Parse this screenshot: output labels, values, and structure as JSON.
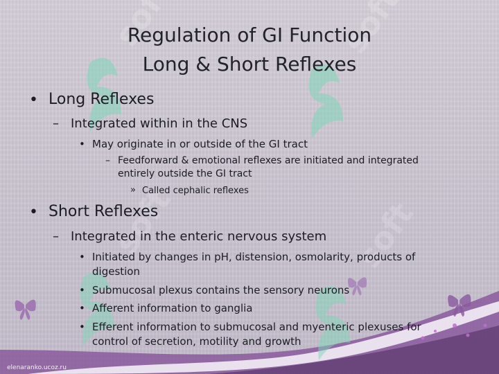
{
  "title": {
    "line1": "Regulation of GI Function",
    "line2": "Long & Short Reflexes"
  },
  "bullets": {
    "long": {
      "marker": "•",
      "label": "Long Reflexes",
      "sub": {
        "marker": "–",
        "label": "Integrated within in the CNS",
        "sub": {
          "marker": "•",
          "label": "May originate in or outside of the GI tract",
          "sub": {
            "marker": "–",
            "label_line1": "Feedforward & emotional reflexes are initiated and integrated",
            "label_line2": "entirely outside the GI tract",
            "sub": {
              "marker": "»",
              "label": "Called cephalic reflexes"
            }
          }
        }
      }
    },
    "short": {
      "marker": "•",
      "label": "Short Reflexes",
      "sub": {
        "marker": "–",
        "label": "Integrated in the enteric nervous system",
        "items": [
          {
            "marker": "•",
            "line1": "Initiated by changes in pH, distension, osmolarity, products of",
            "line2": "digestion"
          },
          {
            "marker": "•",
            "line1": "Submucosal plexus contains the sensory neurons",
            "line2": ""
          },
          {
            "marker": "•",
            "line1": "Afferent information to ganglia",
            "line2": ""
          },
          {
            "marker": "•",
            "line1": "Efferent information to submucosal and myenteric plexuses for",
            "line2": "control of secretion, motility and growth"
          }
        ]
      }
    }
  },
  "watermark_text": "soft",
  "footer": {
    "site": "elenaranko.ucoz.ru"
  },
  "colors": {
    "text": "#1c1c24",
    "accent_purple": "#8a4d9c",
    "watermark_teal": "#7fd6b8"
  }
}
